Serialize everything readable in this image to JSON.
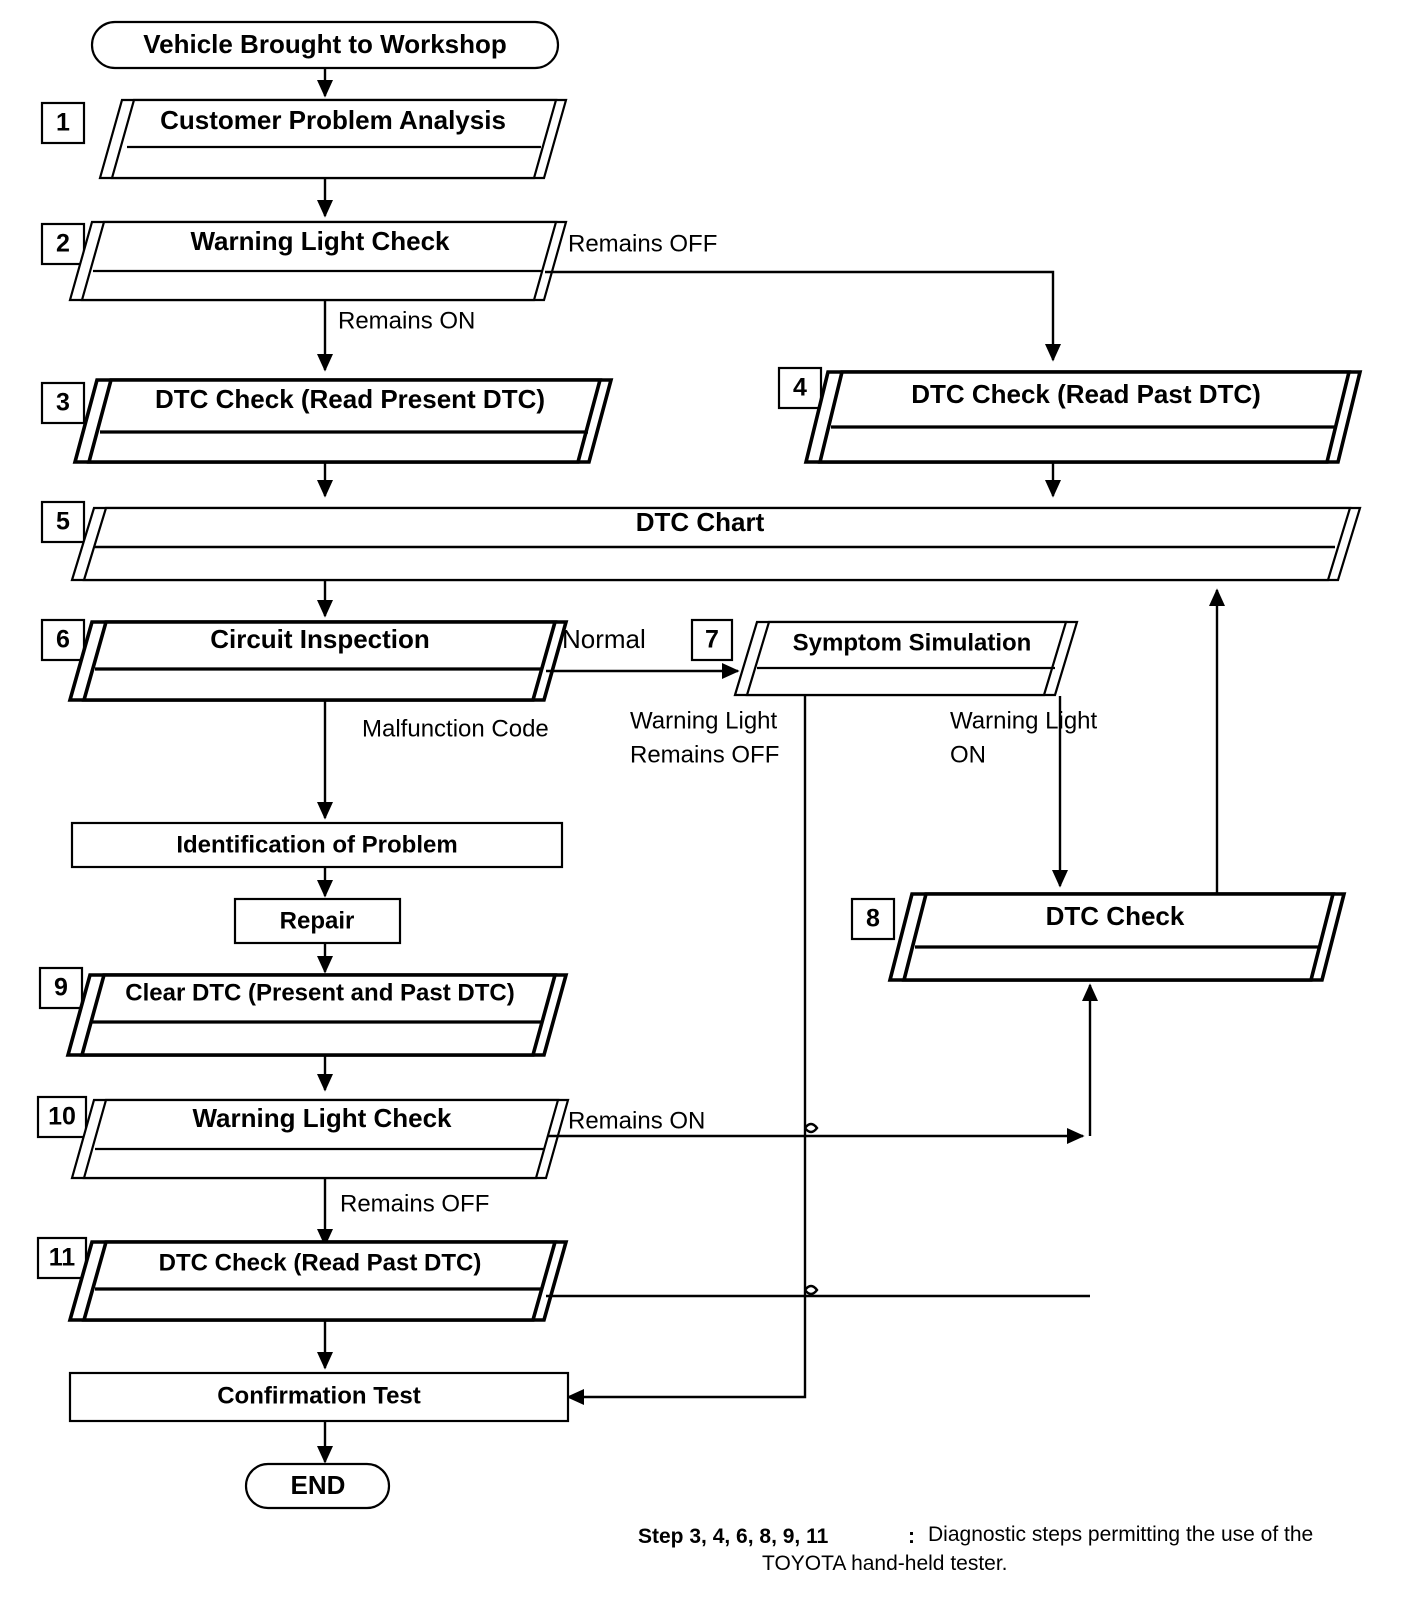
{
  "diagram": {
    "title": "Troubleshooting Flowchart",
    "type": "flowchart",
    "ink_color": "#000000",
    "background": "#ffffff"
  },
  "terminals": {
    "start": "Vehicle Brought to Workshop",
    "end": "END"
  },
  "nodes": [
    {
      "id": "n1",
      "step": "1",
      "label": "Customer Problem Analysis",
      "shape": "parallelogram",
      "emphasis": "normal"
    },
    {
      "id": "n2",
      "step": "2",
      "label": "Warning Light Check",
      "shape": "parallelogram",
      "emphasis": "normal"
    },
    {
      "id": "n3",
      "step": "3",
      "label": "DTC Check (Read Present DTC)",
      "shape": "parallelogram",
      "emphasis": "bold"
    },
    {
      "id": "n4",
      "step": "4",
      "label": "DTC Check (Read Past DTC)",
      "shape": "parallelogram",
      "emphasis": "bold"
    },
    {
      "id": "n5",
      "step": "5",
      "label": "DTC Chart",
      "shape": "parallelogram",
      "emphasis": "normal"
    },
    {
      "id": "n6",
      "step": "6",
      "label": "Circuit Inspection",
      "shape": "parallelogram",
      "emphasis": "bold"
    },
    {
      "id": "n7",
      "step": "7",
      "label": "Symptom Simulation",
      "shape": "parallelogram",
      "emphasis": "normal"
    },
    {
      "id": "n8",
      "step": "8",
      "label": "DTC Check",
      "shape": "parallelogram",
      "emphasis": "bold"
    },
    {
      "id": "n9",
      "step": "9",
      "label": "Clear DTC (Present and Past DTC)",
      "shape": "parallelogram",
      "emphasis": "bold"
    },
    {
      "id": "n10",
      "step": "10",
      "label": "Warning Light Check",
      "shape": "parallelogram",
      "emphasis": "normal"
    },
    {
      "id": "n11",
      "step": "11",
      "label": "DTC Check (Read Past DTC)",
      "shape": "parallelogram",
      "emphasis": "bold"
    },
    {
      "id": "r1",
      "step": "",
      "label": "Identification of Problem",
      "shape": "rectangle",
      "emphasis": "normal"
    },
    {
      "id": "r2",
      "step": "",
      "label": "Repair",
      "shape": "rectangle",
      "emphasis": "normal"
    },
    {
      "id": "r3",
      "step": "",
      "label": "Confirmation Test",
      "shape": "rectangle",
      "emphasis": "normal"
    }
  ],
  "edge_labels": {
    "e_remains_off_2": "Remains OFF",
    "e_remains_on_2": "Remains ON",
    "e_normal": "Normal",
    "e_malfunction": "Malfunction Code",
    "e_wl_off_l1": "Warning Light",
    "e_wl_off_l2": "Remains OFF",
    "e_wl_on_l1": "Warning Light",
    "e_wl_on_l2": "ON",
    "e_remains_on_10": "Remains ON",
    "e_remains_off_10": "Remains OFF"
  },
  "footnote": {
    "steps": "Step 3, 4, 6, 8, 9, 11",
    "colon": " : ",
    "line1": "Diagnostic steps permitting the use of the",
    "line2": "TOYOTA hand-held tester."
  }
}
